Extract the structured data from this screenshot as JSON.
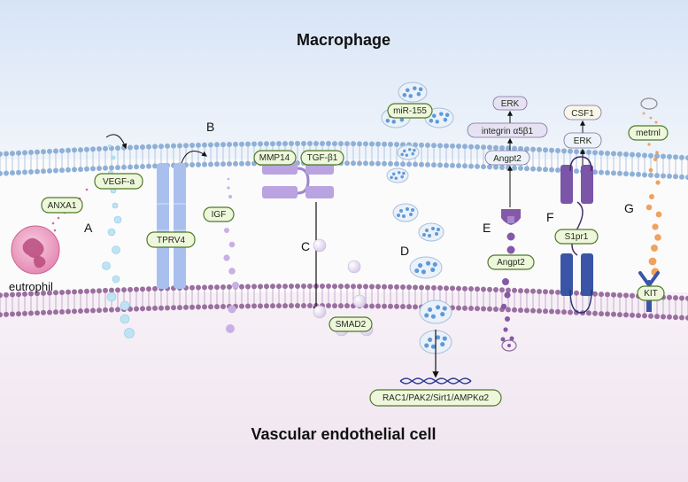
{
  "titles": {
    "top": "Macrophage",
    "bottom": "Vascular endothelial cell"
  },
  "labels": {
    "neutrophil": "eutrophil",
    "anxa1": "ANXA1",
    "vegfa": "VEGF-a",
    "trpv4": "TPRV4",
    "igf": "IGF",
    "mmp14": "MMP14",
    "tgfb1": "TGF-β1",
    "smad2": "SMAD2",
    "mir155": "miR-155",
    "rac1": "RAC1/PAK2/Sirt1/AMPKα2",
    "erk_e": "ERK",
    "integrin": "integrin α5β1",
    "angpt2_top": "Angpt2",
    "angpt2_mid": "Angpt2",
    "csf1": "CSF1",
    "erk_f": "ERK",
    "s1pr1": "S1pr1",
    "metrnl": "metrnl",
    "kit": "KIT"
  },
  "panels": {
    "a": "A",
    "b": "B",
    "c": "C",
    "d": "D",
    "e": "E",
    "f": "F",
    "g": "G"
  },
  "colors": {
    "top_bg": "#dfe9f7",
    "bottom_bg": "#f3ecf4",
    "membrane_top_head": "#8fb0d6",
    "membrane_bottom_head": "#9a6fa0",
    "label_border": "#4e7a27",
    "label_fill": "#eef6dc",
    "box_fill": "#eceaf6",
    "receptor_purple": "#7a55a8",
    "receptor_blue": "#3a55a6",
    "trpv4_blue": "#a9c0ef",
    "vesicle_blue": "#5f9ad8",
    "orange_dot": "#f0a25f",
    "purple_dot": "#8558a8"
  }
}
